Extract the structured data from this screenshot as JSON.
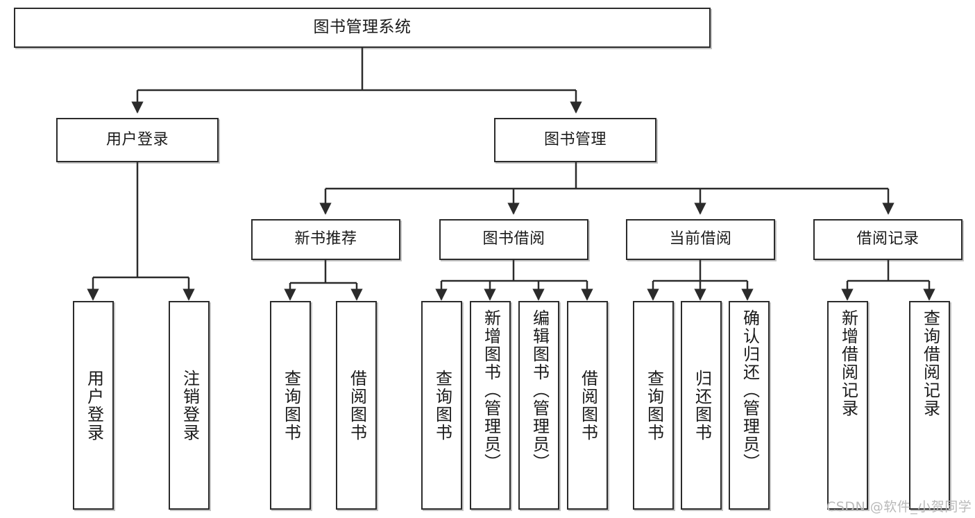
{
  "diagram": {
    "title": "图书管理系统",
    "type": "tree-hierarchy-chart",
    "watermark": "CSDN @软件_小贺同学",
    "colors": {
      "border": "#2b2b2b",
      "fill": "#ffffff",
      "text": "#1a1a1a",
      "edge": "#2b2b2b",
      "watermark": "#b9b9b9"
    }
  },
  "nodes": {
    "root": {
      "label": "图书管理系统"
    },
    "level2": [
      {
        "id": "user-login",
        "label": "用户登录"
      },
      {
        "id": "book-management",
        "label": "图书管理"
      }
    ],
    "level3": [
      {
        "id": "new-book-recommend",
        "label": "新书推荐"
      },
      {
        "id": "book-borrow",
        "label": "图书借阅"
      },
      {
        "id": "current-borrow",
        "label": "当前借阅"
      },
      {
        "id": "borrow-record",
        "label": "借阅记录"
      }
    ],
    "leaves": {
      "user_login": [
        {
          "id": "leaf-user-login",
          "label": "用户登录"
        },
        {
          "id": "leaf-logout-login",
          "label": "注销登录"
        }
      ],
      "new_book_recommend": [
        {
          "id": "leaf-query-book-1",
          "label": "查询图书"
        },
        {
          "id": "leaf-borrow-book-1",
          "label": "借阅图书"
        }
      ],
      "book_borrow": [
        {
          "id": "leaf-query-book-2",
          "label": "查询图书"
        },
        {
          "id": "leaf-add-book",
          "label": "新增图书（管理员）"
        },
        {
          "id": "leaf-edit-book",
          "label": "编辑图书（管理员）"
        },
        {
          "id": "leaf-borrow-book-2",
          "label": "借阅图书"
        }
      ],
      "current_borrow": [
        {
          "id": "leaf-query-book-3",
          "label": "查询图书"
        },
        {
          "id": "leaf-return-book",
          "label": "归还图书"
        },
        {
          "id": "leaf-confirm-return",
          "label": "确认归还（管理员）"
        }
      ],
      "borrow_record": [
        {
          "id": "leaf-add-record",
          "label": "新增借阅记录"
        },
        {
          "id": "leaf-query-record",
          "label": "查询借阅记录"
        }
      ]
    }
  }
}
